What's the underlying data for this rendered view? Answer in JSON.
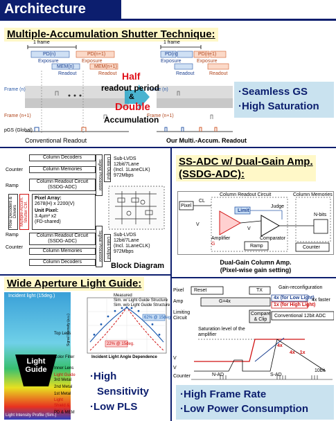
{
  "header": {
    "title": "Architecture"
  },
  "mast": {
    "heading": "Multiple-Accumulation Shutter Technique:",
    "frame_label": "1 frame",
    "pd_n": "PD(n)",
    "pd_n1": "PD(n+1)",
    "exposure": "Exposure",
    "mem_n": "MEM(n)",
    "mem_n1": "MEM(n+1)",
    "readout": "Readout",
    "frame_n": "Frame (n)",
    "frame_n1": "Frame (n+1)",
    "pgs": "pGS (Global)",
    "conventional": "Conventional Readout",
    "ours": "Our Multi.-Accum. Readout",
    "half": "Half",
    "readout_period": "readout period",
    "amp": "&",
    "double": "Double",
    "accumulation": "Accumulation",
    "bullets": [
      "·Seamless GS",
      "·High Saturation"
    ]
  },
  "block": {
    "col_decoders": "Column Decoders",
    "col_memories": "Column Memories",
    "col_readout": "Column Readout Circuit",
    "ssdg": "(SSDG-ADC)",
    "counter": "Counter",
    "ramp": "Ramp",
    "pixel_array": "Pixel Array:",
    "array_size": "2678(H) x 2200(V)",
    "unit_pixel": "Unit Pixel:",
    "pixel_size": "3.4µm² x2",
    "fd_shared": "(FD-shared)",
    "row_dec": "Row Decoders & Drivers",
    "multi_accum": "Multiple-Accum. Shutter Ctrl.",
    "signal_proc": "Signal Processor",
    "data_output": "Data Output",
    "lvds": "Sub-LVDS",
    "lanes": "12bit/7Lane",
    "clock_lane": "(Incl. 1LaneCLK)",
    "rate": "972Mbps",
    "caption": "Block Diagram"
  },
  "ssadc": {
    "heading1": "SS-ADC w/ Dual-Gain Amp.",
    "heading2": "(SSDG-ADC):",
    "col_readout": "Column Readout Circuit",
    "col_memories": "Column Memories",
    "pixel": "Pixel",
    "cl": "CL",
    "limit": "Limit",
    "judge": "Judge",
    "vpix": "V",
    "vamp": "V",
    "amplifier": "Amplifier",
    "gain": "G",
    "comparator": "Comparator",
    "nbits": "N-bits",
    "ramp": "Ramp",
    "counter": "Counter",
    "caption1": "Dual-Gain Column Amp.",
    "caption2": "(Pixel-wise gain setting)"
  },
  "timing": {
    "pixel": "Pixel",
    "reset": "Reset",
    "tx": "TX",
    "gain_reconfig": "Gain-reconfiguration",
    "amp": "Amp",
    "gamp": "G",
    "amp_val": "=4x",
    "low_light": "4x (for Low Light)",
    "high_light": "1x (for High Light)",
    "faster": "4x faster",
    "limiting": "Limiting Circuit",
    "compare": "Compare & Clip",
    "conv_adc": "Conventional 12bit ADC",
    "saturation": "Saturation level of the amplifier",
    "vamp": "V",
    "vramp": "V",
    "four_x": "4x",
    "four_x_1x": "4x→1x",
    "tenbit": "10bit",
    "counter": "Counter",
    "nad": "N-AD",
    "sad": "S-AD",
    "bullets": [
      "·High Frame Rate",
      "·Low Power Consumption"
    ]
  },
  "guide": {
    "heading": "Wide Aperture Light Guide:",
    "incident": "Incident light (15deg.)",
    "top_lens": "Top Lens",
    "color_filter": "Color Filter",
    "inner_lens": "Inner Lens",
    "light_guide_lbl": "Light Guide",
    "metal3": "3rd Metal",
    "metal2": "2nd Metal",
    "metal1": "1st Metal",
    "light_shield": "Light Shield & Poly-Si",
    "pd_mem": "PD & MEM",
    "overlay": "Light Guide",
    "profile": "Light Intensity Profile (Sim.)",
    "legend_measured": "Measured",
    "legend_w": "Sim. w/ Light Guide Structure",
    "legend_wo": "Sim. w/o Light Guide Structure",
    "pct62": "62% @ 15deg.",
    "pct22": "22% @ 15deg.",
    "xlabel": "Incident Light Angle Dependence",
    "ylabel": "Signal Intensity (a.u.)",
    "bullets": [
      "·High",
      "Sensitivity",
      "·Low PLS"
    ]
  }
}
